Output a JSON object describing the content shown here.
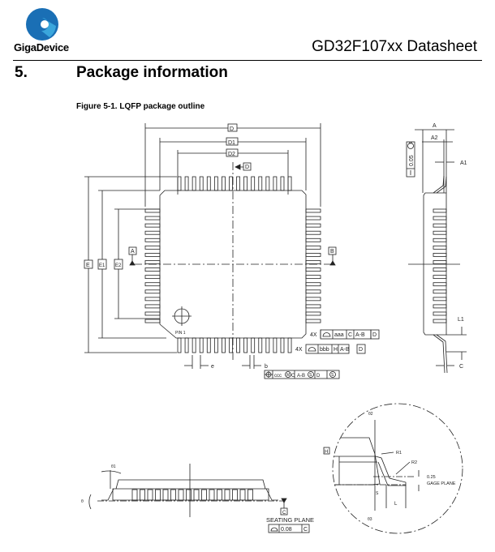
{
  "header": {
    "brand": "GigaDevice",
    "doc_title": "GD32F107xx Datasheet",
    "logo_color": "#1a7fc1"
  },
  "section": {
    "number": "5.",
    "title": "Package information"
  },
  "figure": {
    "caption": "Figure 5-1. LQFP package outline"
  },
  "drawing": {
    "top_view": {
      "D": "D",
      "D1": "D1",
      "D2": "D2",
      "E": "E",
      "E1": "E1",
      "E2": "E2",
      "datum_a": "A",
      "datum_b": "B",
      "datum_d": "D",
      "pin1": "PIN 1",
      "e": "e",
      "b": "b",
      "tol1": [
        "4X",
        "aaa",
        "C",
        "A-B",
        "D"
      ],
      "tol2": [
        "4X",
        "bbb",
        "H",
        "A-B",
        "D"
      ],
      "tol3": [
        "ccc",
        "M",
        "C",
        "A-B",
        "S",
        "D",
        "S"
      ]
    },
    "side_view": {
      "A": "A",
      "A2": "A2",
      "A1": "A1",
      "L1": "L1",
      "C": "C",
      "flatness": "0.05",
      "flat_mod": "S"
    },
    "front_view": {
      "theta1": "θ1",
      "theta": "θ",
      "datum_c": "C",
      "seating_plane": "SEATING PLANE",
      "coplanarity": "0.08",
      "coplanarity_ref": "C"
    },
    "detail": {
      "theta2": "θ2",
      "theta3": "θ3",
      "R1": "R1",
      "R2": "R2",
      "gauge": "0.25",
      "gage_plane": "GAGE PLANE",
      "datum_h": "H",
      "S": "S",
      "L": "L"
    }
  }
}
